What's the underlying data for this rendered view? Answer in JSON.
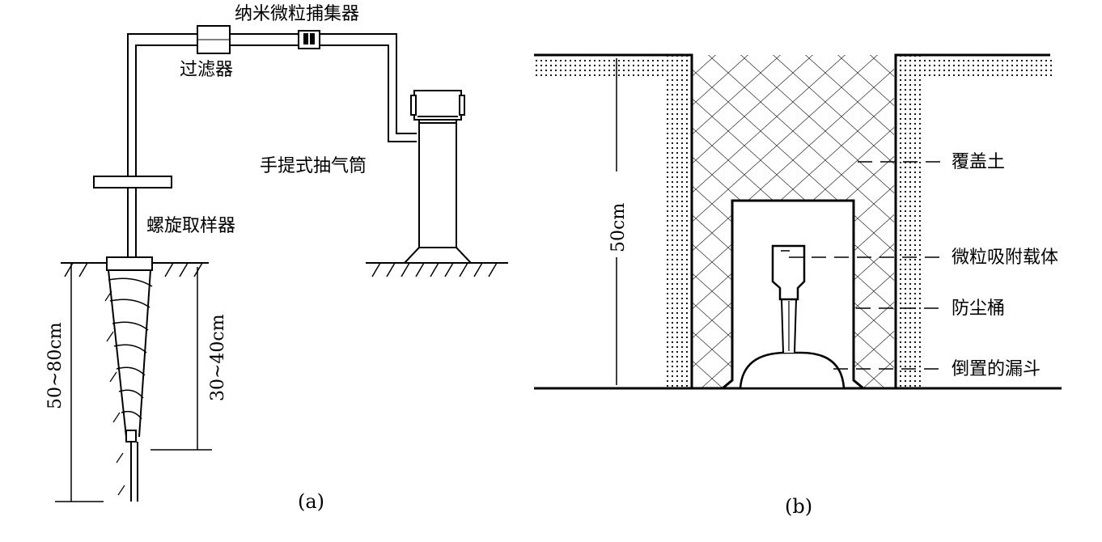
{
  "panel_a": {
    "labels": {
      "nano_collector": "纳米微粒捕集器",
      "filter": "过滤器",
      "pump": "手提式抽气筒",
      "auger": "螺旋取样器",
      "depth_total": "50~80cm",
      "depth_partial": "30~40cm"
    },
    "caption": "(a)"
  },
  "panel_b": {
    "labels": {
      "cover_soil": "覆盖土",
      "carrier": "微粒吸附载体",
      "dust_bucket": "防尘桶",
      "funnel": "倒置的漏斗",
      "depth": "50cm"
    },
    "caption": "(b)"
  },
  "colors": {
    "ink": "#000000",
    "background": "#ffffff"
  }
}
